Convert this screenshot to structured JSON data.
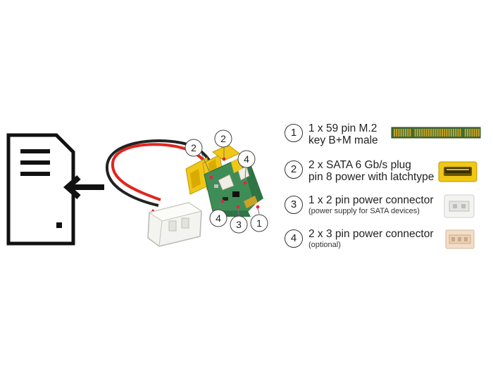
{
  "callouts": {
    "c1": "1",
    "c2a": "2",
    "c2b": "2",
    "c3": "3",
    "c4a": "4",
    "c4b": "4"
  },
  "legend": [
    {
      "number": "1",
      "line1": "1 x 59 pin M.2",
      "line2": "key B+M male",
      "note": "",
      "image": "m2-edge-connector"
    },
    {
      "number": "2",
      "line1": "2 x SATA 6 Gb/s plug",
      "line2": "pin 8 power with latchtype",
      "note": "",
      "image": "sata-plug"
    },
    {
      "number": "3",
      "line1": "1 x 2 pin power connector",
      "line2": "",
      "note": "(power supply for SATA devices)",
      "image": "2-pin-connector"
    },
    {
      "number": "4",
      "line1": "2 x 3 pin power connector",
      "line2": "",
      "note": "(optional)",
      "image": "3-pin-connector"
    }
  ],
  "colors": {
    "pcb_green": "#3f8d56",
    "sata_yellow": "#f1c715",
    "cable_red": "#e0261f",
    "cable_black": "#222222",
    "molex_white": "#f3f3ef",
    "gold": "#c9a227",
    "callout_dot": "#e0263b"
  },
  "icons": {
    "computer": "pc-tower-icon",
    "arrow": "arrow-left-icon"
  }
}
